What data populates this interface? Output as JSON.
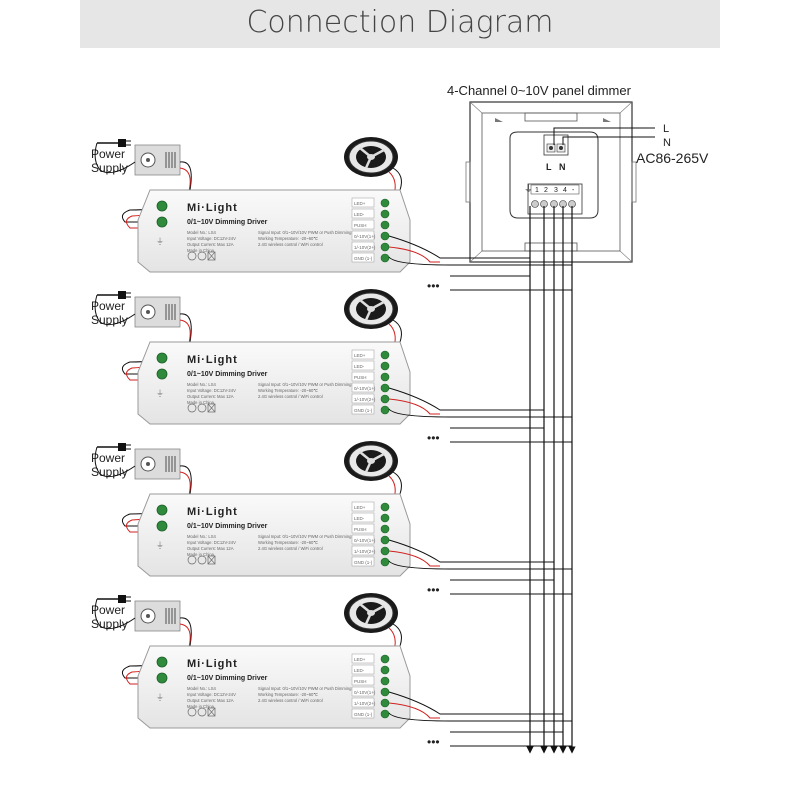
{
  "title": "Connection Diagram",
  "panel": {
    "name": "4-Channel 0~10V panel dimmer",
    "line_label": "L",
    "neutral_label": "N",
    "terminal_L": "L",
    "terminal_N": "N",
    "voltage": "AC86-265V",
    "ground_symbol": "⏚",
    "channels": [
      "1",
      "2",
      "3",
      "4",
      "-"
    ]
  },
  "drivers": [
    {
      "power_label": [
        "Power",
        "Supply"
      ],
      "brand": "Mi·Light",
      "model": "0/1~10V Dimming Driver",
      "terminals": [
        "LED+",
        "LED-",
        "PUSH",
        "0/-10V(1+)",
        "1/-10V(2+)",
        "GND (1-)"
      ]
    },
    {
      "power_label": [
        "Power",
        "Supply"
      ],
      "brand": "Mi·Light",
      "model": "0/1~10V Dimming Driver",
      "terminals": [
        "LED+",
        "LED-",
        "PUSH",
        "0/-10V(1+)",
        "1/-10V(2+)",
        "GND (1-)"
      ]
    },
    {
      "power_label": [
        "Power",
        "Supply"
      ],
      "brand": "Mi·Light",
      "model": "0/1~10V Dimming Driver",
      "terminals": [
        "LED+",
        "LED-",
        "PUSH",
        "0/-10V(1+)",
        "1/-10V(2+)",
        "GND (1-)"
      ]
    },
    {
      "power_label": [
        "Power",
        "Supply"
      ],
      "brand": "Mi·Light",
      "model": "0/1~10V Dimming Driver",
      "terminals": [
        "LED+",
        "LED-",
        "PUSH",
        "0/-10V(1+)",
        "1/-10V(2+)",
        "GND (1-)"
      ]
    }
  ],
  "driver_spec_left": [
    "Model No.: LS4",
    "Input Voltage: DC12V-24V",
    "Output Current: Max 12A",
    "Made in China"
  ],
  "driver_spec_right": [
    "Signal Input: 0/1~10V/10V PWM or Push Dimming",
    "Working Temperature: -20~60℃",
    "2.4G wireless control / WiFi control"
  ],
  "ellipsis": "•••",
  "colors": {
    "title_bg": "#e6e6e6",
    "terminal_green": "#2f8a3c",
    "wire_red": "#d22020",
    "wire_black": "#111111"
  }
}
